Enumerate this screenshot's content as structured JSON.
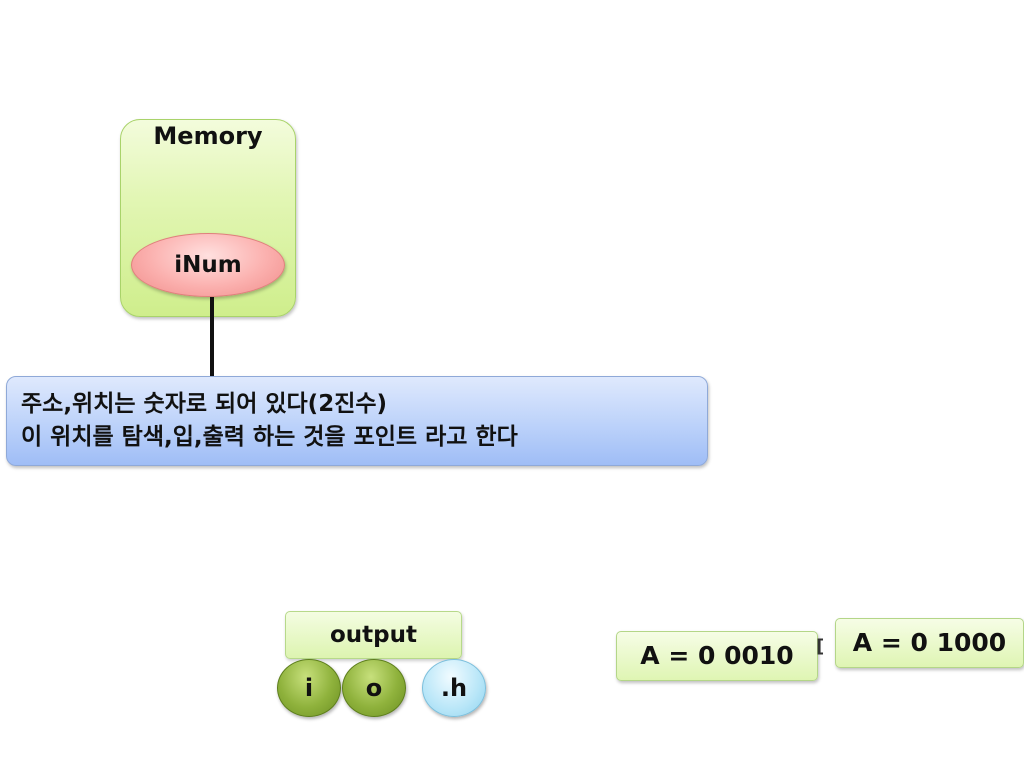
{
  "memory": {
    "title": "Memory",
    "variable": "iNum"
  },
  "note": {
    "line1": "주소,위치는 숫자로 되어 있다(2진수)",
    "line2": "이 위치를 탐색,입,출력 하는 것을 포인트 라고 한다"
  },
  "header": {
    "tab_label": "output",
    "circles": [
      "i",
      "o",
      ".h"
    ]
  },
  "values": {
    "first": "A = 0 0010",
    "second": "A = 0 1000"
  },
  "colors": {
    "memory_fill": "#e2f6b4",
    "variable_fill": "#fbb0ae",
    "note_fill": "#bcd2fa",
    "green_circle": "#8fb23c",
    "blue_circle": "#b8e6f8"
  }
}
